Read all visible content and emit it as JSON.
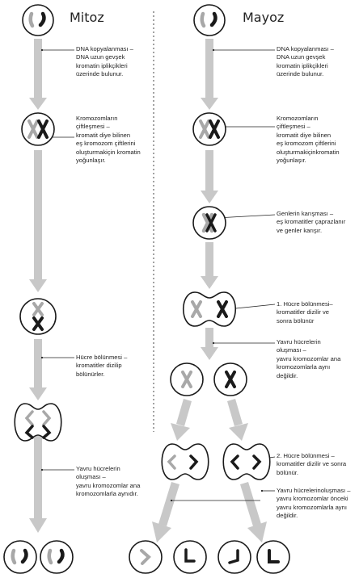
{
  "columns": {
    "mitosis": {
      "title": "Mitoz"
    },
    "meiosis": {
      "title": "Mayoz"
    }
  },
  "notes": {
    "dna_copy_mitosis": "DNA kopyalanması –\nDNA uzun gevşek\nkromatin iplikçikleri\nüzerinde bulunur.",
    "pairing_mitosis": "Kromozomların\nçiftleşmesi –\nkromatit diye bilinen\neş kromozom çiftlerini\noluşturmakiçin kromatin\nyoğunlaşır.",
    "division_mitosis": "Hücre bölünmesi –\nkromatitler dizilip\nbölünürler.",
    "daughters_mitosis": "Yavru hücrelerin\noluşması –\nyavru kromozomlar ana\nkromozomlarla aynıdır.",
    "dna_copy_meiosis": "DNA kopyalanması –\nDNA uzun gevşek\nkromatin iplikçikleri\nüzerinde bulunur.",
    "pairing_meiosis": "Kromozomların\nçiftleşmesi –\nkromatit diye bilinen\neş kromozom çiftlerini\noluşturmakiçinkromatin\nyoğunlaşır.",
    "crossing_over": "Genlerin karışması –\neş kromatitler çaprazlanır\nve genler karışır.",
    "division1": "1. Hücre bölünmesi–\nkromatitler dizilir ve\nsonra bölünür",
    "daughters1": "Yavru hücrelerin\noluşması –\nyavru kromozomlar ana\nkromozomlarla aynı\ndeğildir.",
    "division2": "2. Hücre bölünmesi –\nkromatitler dizilir ve sonra\nbölünür.",
    "daughters2": "Yavru hücrelerinoluşması –\nyavru kromozomlar önceki\nyavru kromozomlarla aynı\ndeğildir."
  },
  "colors": {
    "arrow": "#c8c8c8",
    "chromosome_dark": "#1a1a1a",
    "chromosome_light": "#a8a8a8",
    "outline": "#1a1a1a"
  }
}
